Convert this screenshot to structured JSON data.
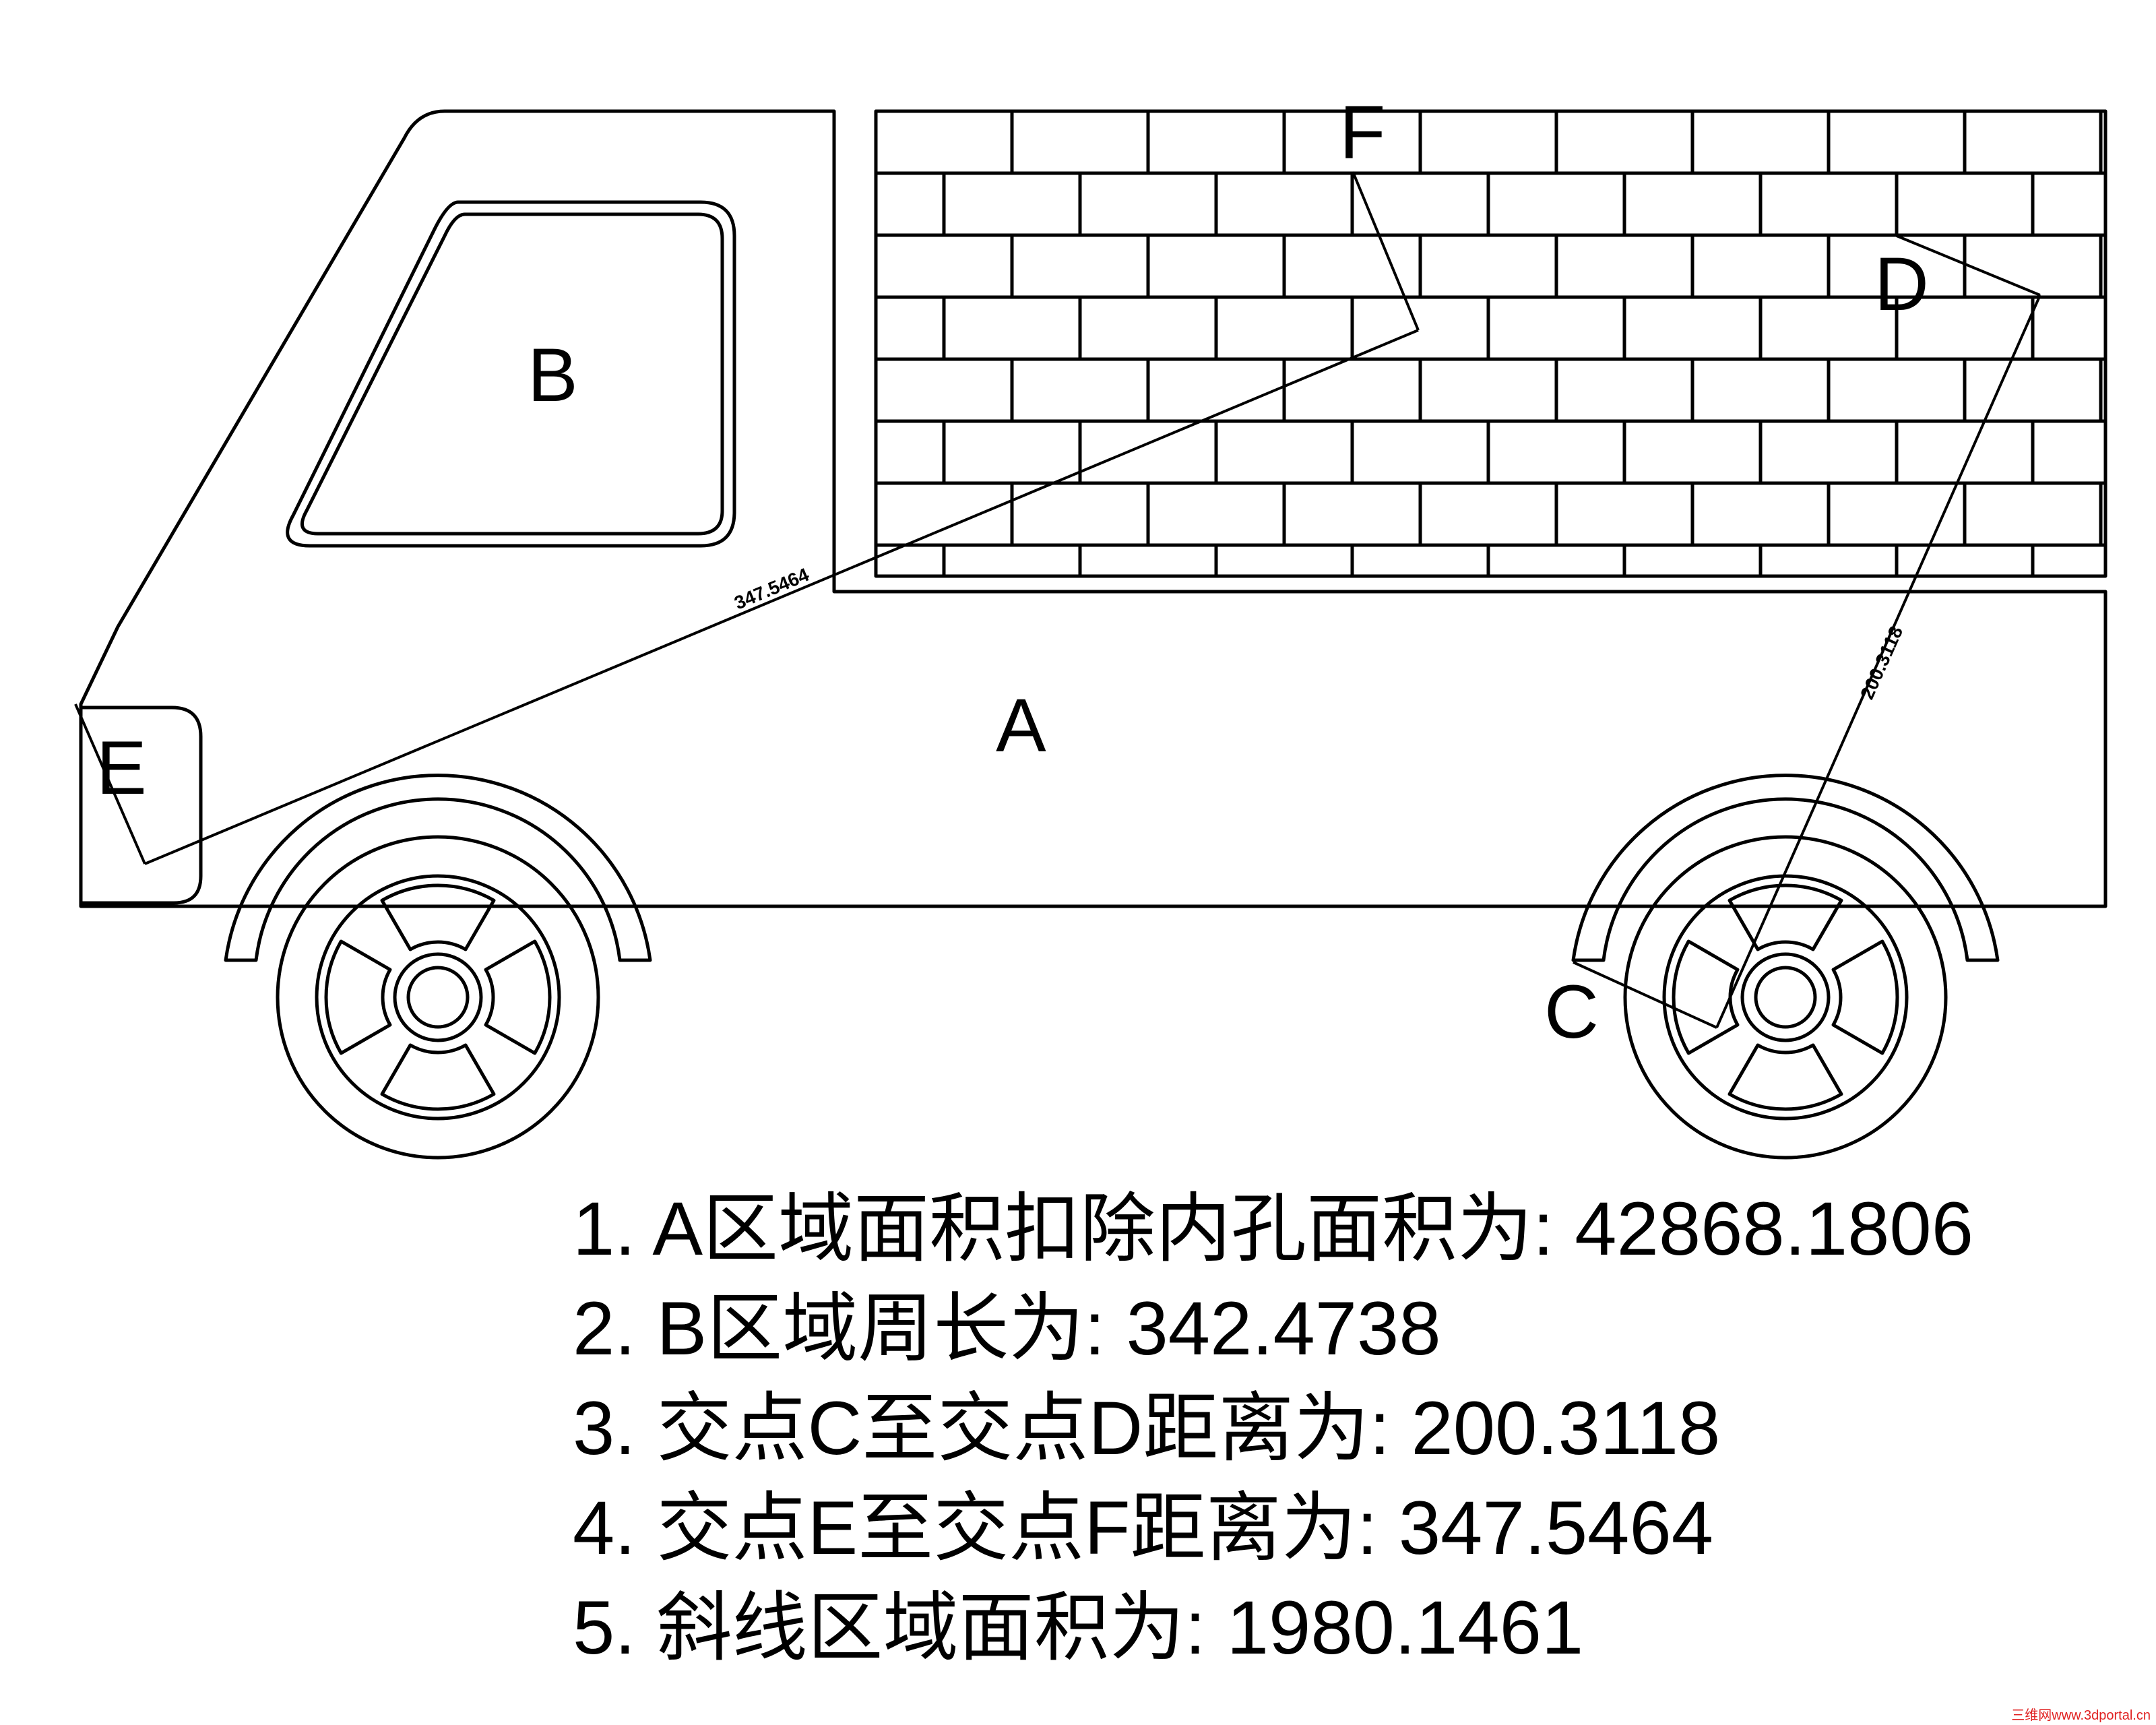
{
  "labels": {
    "a": "A",
    "b": "B",
    "c": "C",
    "d": "D",
    "e": "E",
    "f": "F"
  },
  "dimensions": {
    "ef": "347.5464",
    "cd": "200.3118"
  },
  "notes": [
    "1. A区域面积扣除内孔面积为: 42868.1806",
    "2. B区域周长为: 342.4738",
    "3. 交点C至交点D距离为: 200.3118",
    "4. 交点E至交点F距离为: 347.5464",
    "5. 斜线区域面积为: 1980.1461"
  ],
  "watermark": "三维网www.3dportal.cn"
}
